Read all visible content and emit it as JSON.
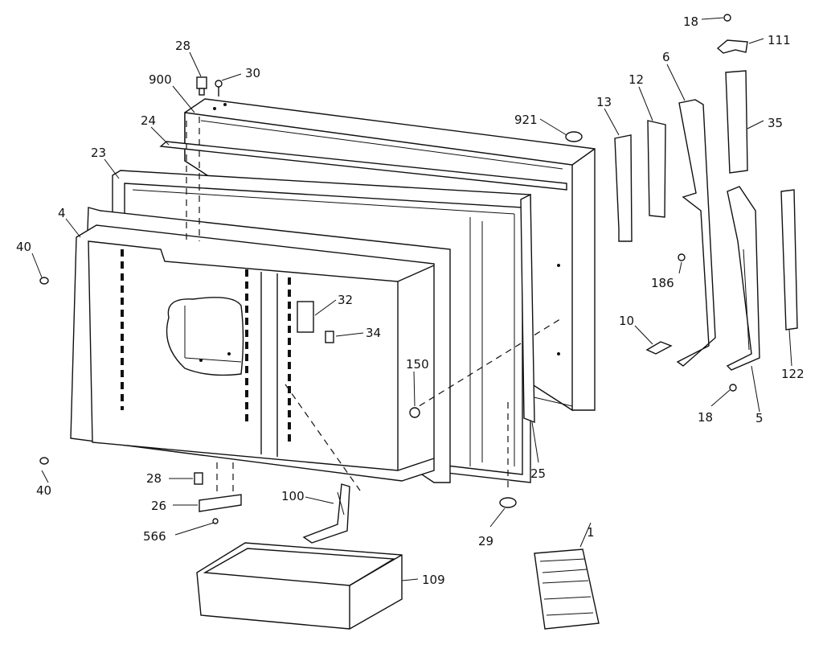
{
  "labels": {
    "p18_top": "18",
    "p111": "111",
    "p28_top": "28",
    "p30": "30",
    "p900": "900",
    "p6": "6",
    "p12": "12",
    "p35": "35",
    "p13": "13",
    "p921": "921",
    "p24": "24",
    "p23": "23",
    "p4": "4",
    "p40_top": "40",
    "p32": "32",
    "p34": "34",
    "p186": "186",
    "p10": "10",
    "p150": "150",
    "p122": "122",
    "p18_bot": "18",
    "p5": "5",
    "p25": "25",
    "p40_bot": "40",
    "p28_bot": "28",
    "p26": "26",
    "p566": "566",
    "p100": "100",
    "p29": "29",
    "p1": "1",
    "p109": "109"
  }
}
